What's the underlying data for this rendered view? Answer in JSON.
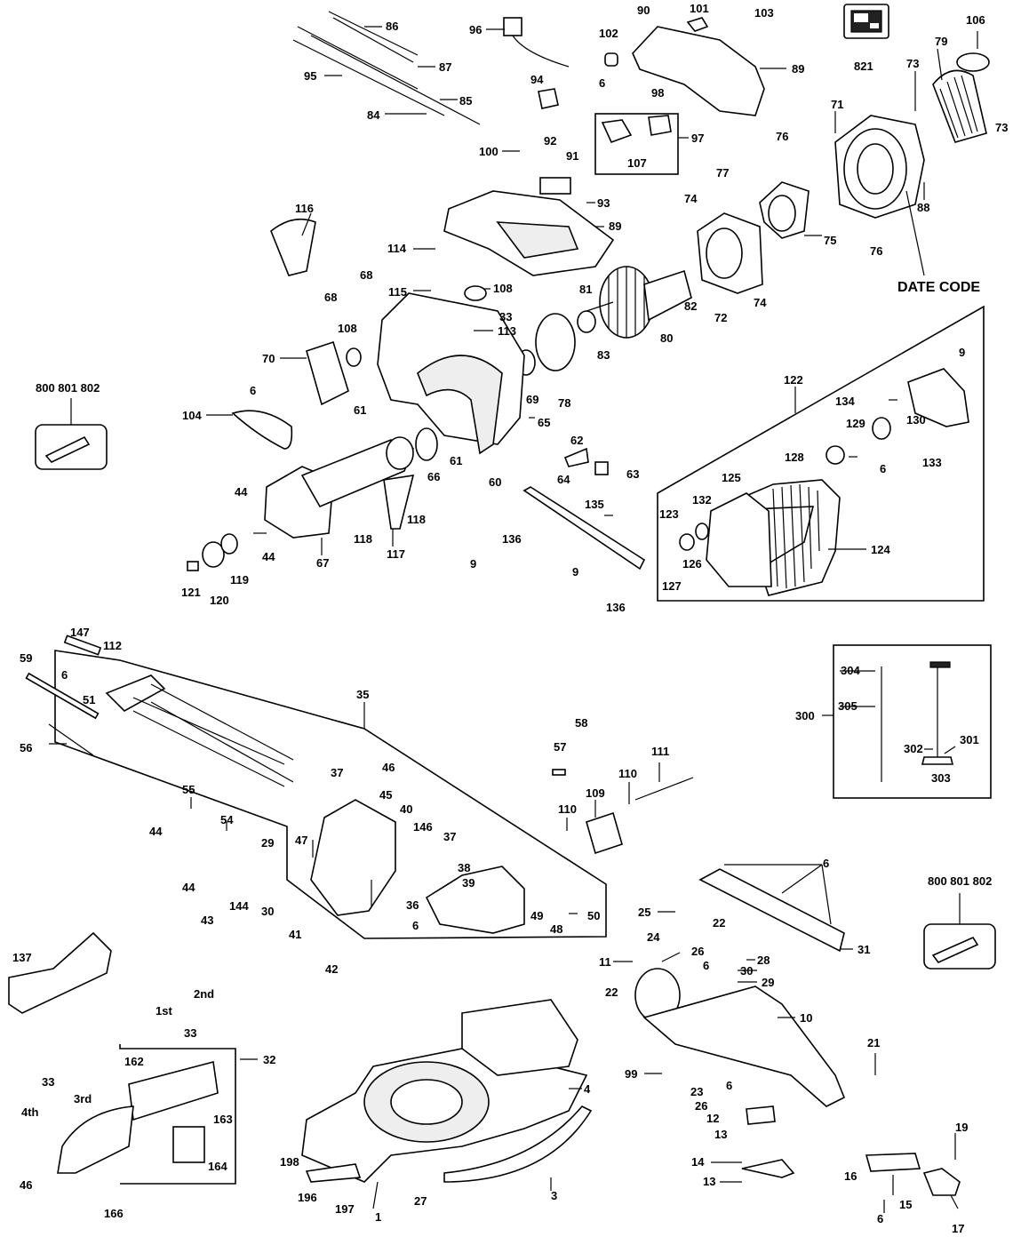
{
  "date_code_label": "DATE CODE",
  "callouts": {
    "c86": "86",
    "c96": "96",
    "c90": "90",
    "c101": "101",
    "c103": "103",
    "c102": "102",
    "c106": "106",
    "c821": "821",
    "c87": "87",
    "c95": "95",
    "c89a": "89",
    "c79": "79",
    "c73a": "73",
    "c85": "85",
    "c94": "94",
    "c84": "84",
    "c6a": "6",
    "c98": "98",
    "c73b": "73",
    "c71": "71",
    "c97": "97",
    "c100": "100",
    "c92": "92",
    "c76a": "76",
    "c107": "107",
    "c91": "91",
    "c93": "93",
    "c77": "77",
    "c74a": "74",
    "c88": "88",
    "c116": "116",
    "c89b": "89",
    "c75": "75",
    "c76b": "76",
    "c114": "114",
    "c68a": "68",
    "c108a": "108",
    "c115": "115",
    "c81": "81",
    "c68b": "68",
    "c33a": "33",
    "c82": "82",
    "c72": "72",
    "c74b": "74",
    "c113": "113",
    "c108b": "108",
    "c80": "80",
    "c83": "83",
    "c70": "70",
    "c69": "69",
    "c78": "78",
    "c9a": "9",
    "c122": "122",
    "c6b": "6",
    "c61a": "61",
    "c134": "134",
    "c130": "130",
    "c104": "104",
    "c65": "65",
    "c129": "129",
    "c62": "62",
    "c133": "133",
    "c66": "66",
    "c61b": "61",
    "c64": "64",
    "c63": "63",
    "c128": "128",
    "c6c": "6",
    "c60": "60",
    "c44a": "44",
    "c125": "125",
    "c118a": "118",
    "c132": "132",
    "c123": "123",
    "c135": "135",
    "c118b": "118",
    "c136a": "136",
    "c44b": "44",
    "c117": "117",
    "c67": "67",
    "c9b": "9",
    "c124": "124",
    "c126": "126",
    "c119": "119",
    "c121": "121",
    "c127": "127",
    "c9c": "9",
    "c120": "120",
    "c136b": "136",
    "c147": "147",
    "c112": "112",
    "c59": "59",
    "c6d": "6",
    "c51": "51",
    "c35": "35",
    "c304": "304",
    "c305": "305",
    "c300": "300",
    "c58": "58",
    "c56": "56",
    "c57": "57",
    "c111": "111",
    "c302": "302",
    "c301": "301",
    "c303": "303",
    "c37a": "37",
    "c46a": "46",
    "c45": "45",
    "c110a": "110",
    "c109": "109",
    "c55": "55",
    "c40": "40",
    "c44c": "44",
    "c110b": "110",
    "c146": "146",
    "c37b": "37",
    "c54": "54",
    "c47": "47",
    "c29a": "29",
    "c6e": "6",
    "c38": "38",
    "c44d": "44",
    "c39": "39",
    "c49": "49",
    "c50": "50",
    "c144": "144",
    "c30a": "30",
    "c43": "43",
    "c36": "36",
    "c6f": "6",
    "c48": "48",
    "c31": "31",
    "c25": "25",
    "c22a": "22",
    "c41": "41",
    "c24": "24",
    "c26a": "26",
    "c42": "42",
    "c28": "28",
    "c137": "137",
    "c11": "11",
    "c6g": "6",
    "c30b": "30",
    "c29b": "29",
    "c2nd": "2nd",
    "c22b": "22",
    "c10": "10",
    "c1st": "1st",
    "c33b": "33",
    "c21": "21",
    "c32": "32",
    "c162": "162",
    "c99": "99",
    "c4": "4",
    "c33c": "33",
    "c6h": "6",
    "c3rd": "3rd",
    "c23": "23",
    "c4th": "4th",
    "c26b": "26",
    "c12": "12",
    "c13a": "13",
    "c163": "163",
    "c19": "19",
    "c14": "14",
    "c198": "198",
    "c16": "16",
    "c3": "3",
    "c46b": "46",
    "c164": "164",
    "c13b": "13",
    "c15": "15",
    "c196": "196",
    "c197": "197",
    "c27": "27",
    "c166": "166",
    "c1": "1",
    "c6i": "6",
    "c17": "17"
  },
  "accessory_left": "800 801 802",
  "accessory_right": "800 801 802"
}
